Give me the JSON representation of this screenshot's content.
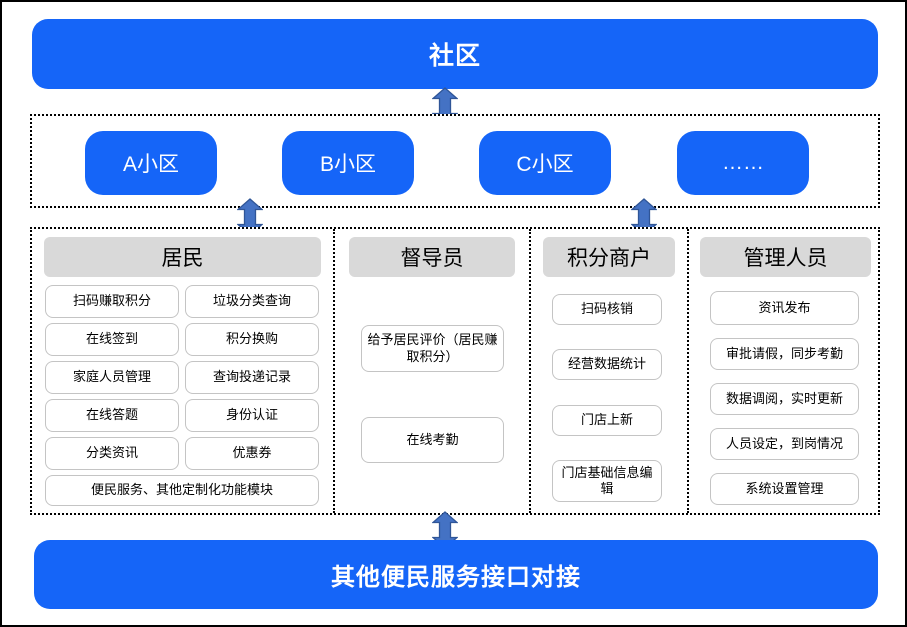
{
  "top": {
    "label": "社区"
  },
  "communities": {
    "items": [
      "A小区",
      "B小区",
      "C小区",
      "……"
    ]
  },
  "roles": {
    "columns": [
      {
        "header": "居民",
        "items": [
          "扫码赚取积分",
          "垃圾分类查询",
          "在线签到",
          "积分换购",
          "家庭人员管理",
          "查询投递记录",
          "在线答题",
          "身份认证",
          "分类资讯",
          "优惠券",
          "便民服务、其他定制化功能模块"
        ]
      },
      {
        "header": "督导员",
        "items": [
          "给予居民评价（居民赚取积分）",
          "在线考勤"
        ]
      },
      {
        "header": "积分商户",
        "items": [
          "扫码核销",
          "经营数据统计",
          "门店上新",
          "门店基础信息编辑"
        ]
      },
      {
        "header": "管理人员",
        "items": [
          "资讯发布",
          "审批请假，同步考勤",
          "数据调阅，实时更新",
          "人员设定，到岗情况",
          "系统设置管理"
        ]
      }
    ]
  },
  "bottom": {
    "label": "其他便民服务接口对接"
  },
  "colors": {
    "primary_blue": "#1565f8",
    "arrow_fill": "#4472c4",
    "arrow_stroke": "#2f5597",
    "header_gray": "#d9d9d9"
  }
}
